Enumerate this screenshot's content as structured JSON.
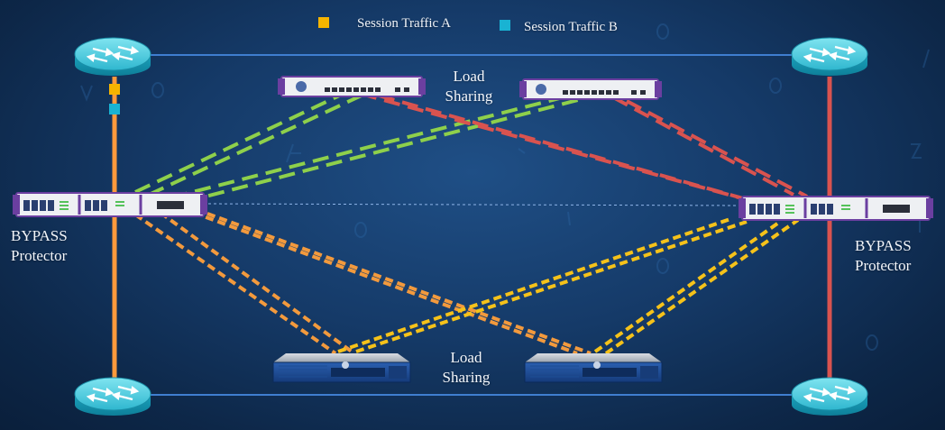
{
  "legend": {
    "a": {
      "label": "Session Traffic A",
      "color": "#f5b400"
    },
    "b": {
      "label": "Session Traffic B",
      "color": "#19b3d3"
    }
  },
  "labels": {
    "load_sharing_top_1": "Load",
    "load_sharing_top_2": "Sharing",
    "load_sharing_bottom_1": "Load",
    "load_sharing_bottom_2": "Sharing",
    "bypass_left_1": "BYPASS",
    "bypass_left_2": "Protector",
    "bypass_right_1": "BYPASS",
    "bypass_right_2": "Protector"
  },
  "colors": {
    "link_left": "#ff9a3c",
    "link_right": "#d9534f",
    "dash_green": "#8ed04b",
    "dash_red": "#d9534f",
    "dash_orange": "#f39a3d",
    "dash_yellow": "#f5c21a",
    "router": "#3cc5da",
    "appliance": "#6b3fa0"
  }
}
